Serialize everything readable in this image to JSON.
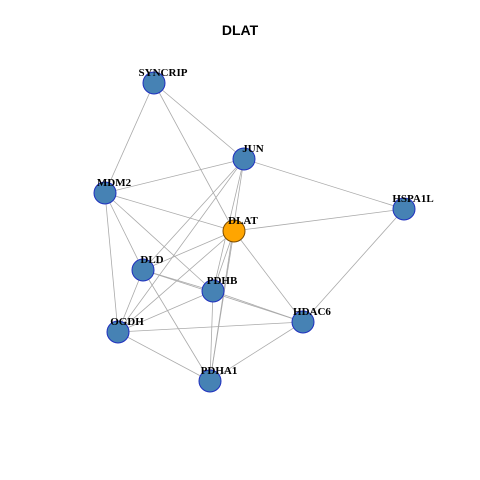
{
  "title": "DLAT",
  "colors": {
    "node_fill": "#4682B4",
    "node_stroke": "#1f2fbf",
    "center_fill": "#FFA500",
    "center_stroke": "#7a4a00",
    "edge": "#aaaaaa"
  },
  "center_node": "DLAT",
  "nodes": [
    "SYNCRIP",
    "JUN",
    "MDM2",
    "HSPA1L",
    "DLAT",
    "DLD",
    "PDHB",
    "HDAC6",
    "OGDH",
    "PDHA1"
  ],
  "edges": [
    [
      "SYNCRIP",
      "MDM2"
    ],
    [
      "SYNCRIP",
      "JUN"
    ],
    [
      "SYNCRIP",
      "DLAT"
    ],
    [
      "JUN",
      "MDM2"
    ],
    [
      "JUN",
      "HSPA1L"
    ],
    [
      "JUN",
      "DLD"
    ],
    [
      "JUN",
      "PDHB"
    ],
    [
      "JUN",
      "OGDH"
    ],
    [
      "JUN",
      "PDHA1"
    ],
    [
      "MDM2",
      "DLAT"
    ],
    [
      "MDM2",
      "DLD"
    ],
    [
      "MDM2",
      "OGDH"
    ],
    [
      "MDM2",
      "PDHB"
    ],
    [
      "HSPA1L",
      "DLAT"
    ],
    [
      "HSPA1L",
      "HDAC6"
    ],
    [
      "DLAT",
      "DLD"
    ],
    [
      "DLAT",
      "PDHB"
    ],
    [
      "DLAT",
      "HDAC6"
    ],
    [
      "DLAT",
      "OGDH"
    ],
    [
      "DLAT",
      "PDHA1"
    ],
    [
      "DLD",
      "PDHB"
    ],
    [
      "DLD",
      "HDAC6"
    ],
    [
      "DLD",
      "OGDH"
    ],
    [
      "DLD",
      "PDHA1"
    ],
    [
      "PDHB",
      "HDAC6"
    ],
    [
      "PDHB",
      "OGDH"
    ],
    [
      "PDHB",
      "PDHA1"
    ],
    [
      "HDAC6",
      "OGDH"
    ],
    [
      "HDAC6",
      "PDHA1"
    ],
    [
      "OGDH",
      "PDHA1"
    ]
  ]
}
